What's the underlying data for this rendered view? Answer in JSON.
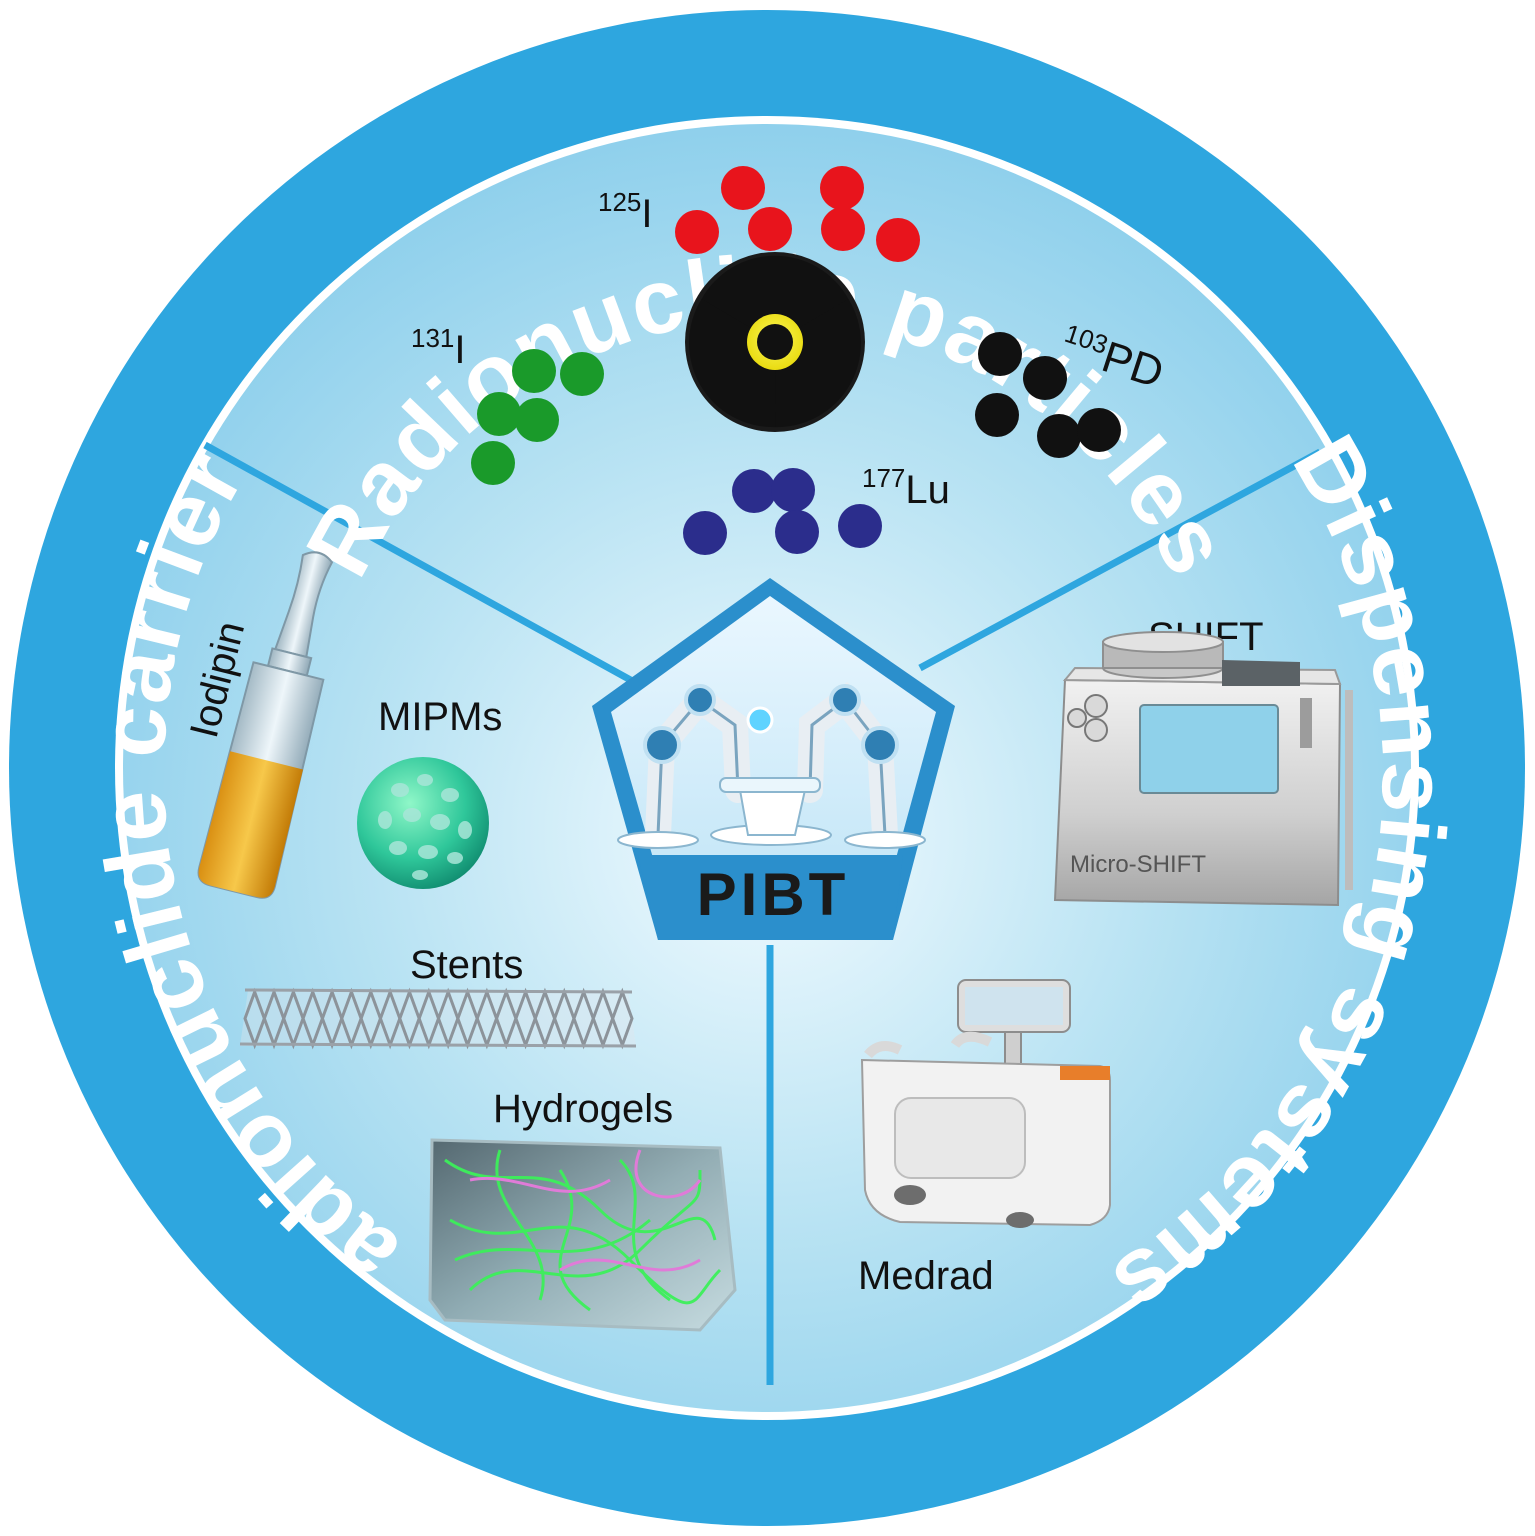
{
  "ring": {
    "top_title": "Radionuclide particles",
    "left_title": "Radionuclide carriers",
    "right_title": "Dispensing systems"
  },
  "center": {
    "label": "PIBT"
  },
  "particles": [
    {
      "mass": "125",
      "symbol": "I",
      "color": "#e8141c"
    },
    {
      "mass": "131",
      "symbol": "I",
      "color": "#1a9a2a"
    },
    {
      "mass": "103",
      "symbol": "PD",
      "color": "#111111"
    },
    {
      "mass": "177",
      "symbol": "Lu",
      "color": "#2b2d8c"
    }
  ],
  "carriers": {
    "iodipin": "Iodipin",
    "mipms": "MIPMs",
    "stents": "Stents",
    "hydrogels": "Hydrogels"
  },
  "dispensing": {
    "shift": "SHIFT",
    "micro_shift": "Micro-SHIFT",
    "medrad": "Medrad"
  },
  "colors": {
    "ring": "#2ea6df",
    "ring_dark": "#1f8fcf",
    "inner_light": "#eaf7fc",
    "inner_mid": "#a9dcf0",
    "radiation_yellow": "#f4e615"
  }
}
